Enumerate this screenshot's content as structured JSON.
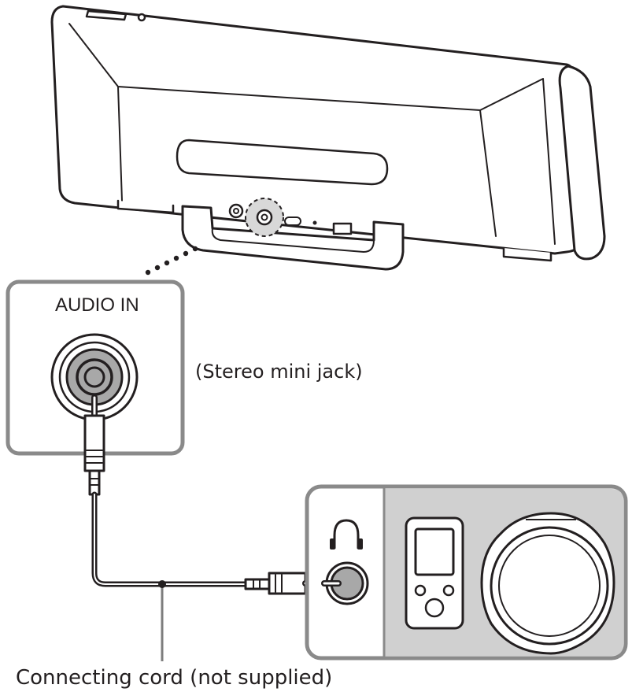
{
  "labels": {
    "port": "AUDIO IN",
    "jack_type": "(Stereo mini jack)",
    "cord": "Connecting cord (not supplied)"
  },
  "icons": {
    "headphone": "headphone-icon"
  },
  "colors": {
    "stroke": "#231f20",
    "panel_gray": "#d0d0d0",
    "jack_gray": "#a8a8a8",
    "inset_border": "#8a8a8a",
    "leader": "#7d7d7d"
  }
}
